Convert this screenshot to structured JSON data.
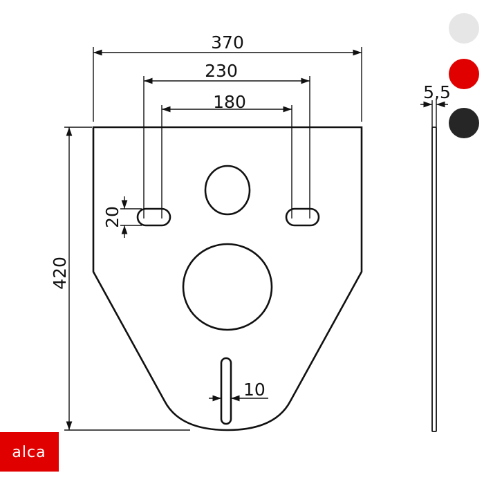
{
  "dimensions": {
    "total_width": "370",
    "outer_slot_spacing": "230",
    "inner_slot_spacing": "180",
    "height": "420",
    "slot_height": "20",
    "bottom_slot_width": "10",
    "thickness": "5,5"
  },
  "color_options": [
    {
      "name": "light-gray",
      "color": "#e6e6e6"
    },
    {
      "name": "red",
      "color": "#e10000"
    },
    {
      "name": "black",
      "color": "#262626"
    }
  ],
  "logo": {
    "text": "alca",
    "color": "#e10000"
  }
}
